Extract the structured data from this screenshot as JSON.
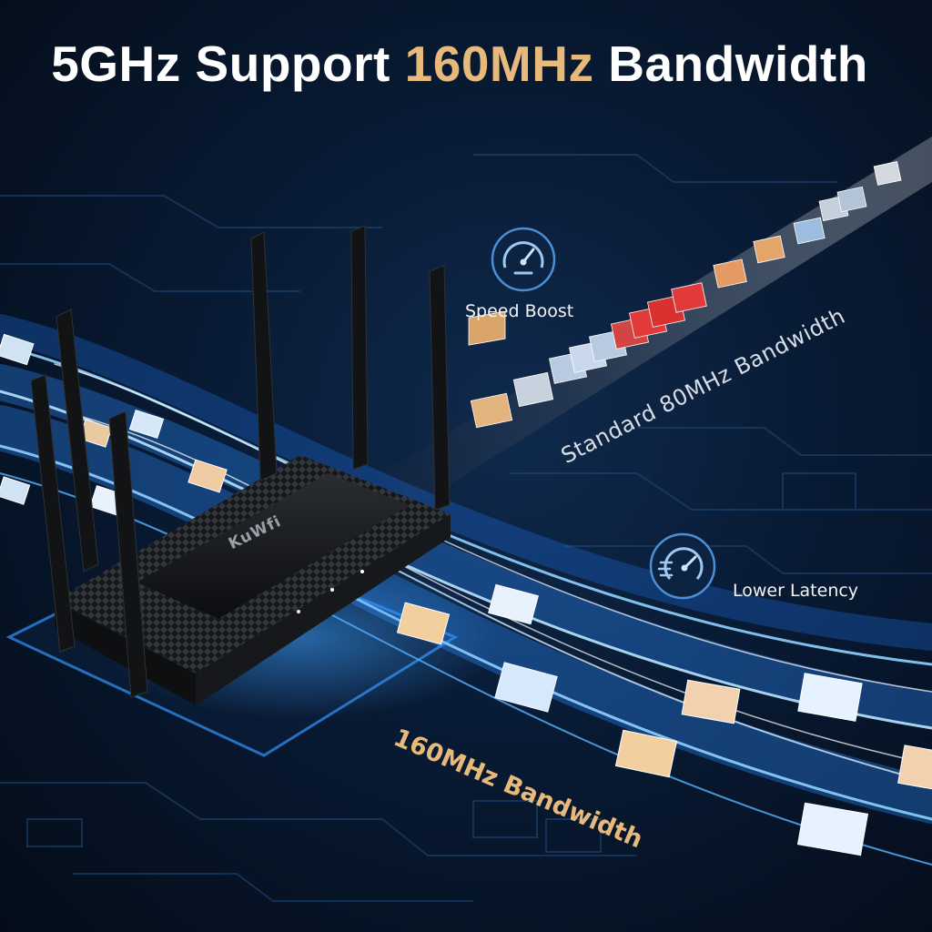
{
  "headline": {
    "part1": "5GHz Support ",
    "highlight": "160MHz",
    "part2": " Bandwidth"
  },
  "features": {
    "speed_boost": "Speed Boost",
    "lower_latency": "Lower Latency"
  },
  "lanes": {
    "standard": "Standard 80MHz Bandwidth",
    "wide": "160MHz Bandwidth"
  },
  "product": {
    "brand": "KuWfi"
  },
  "colors": {
    "accent_gold": "#e7b97a",
    "lane_blue": "#2f8cff",
    "congestion_red": "#e23a3a",
    "icon_ring": "#4d8fd6"
  }
}
